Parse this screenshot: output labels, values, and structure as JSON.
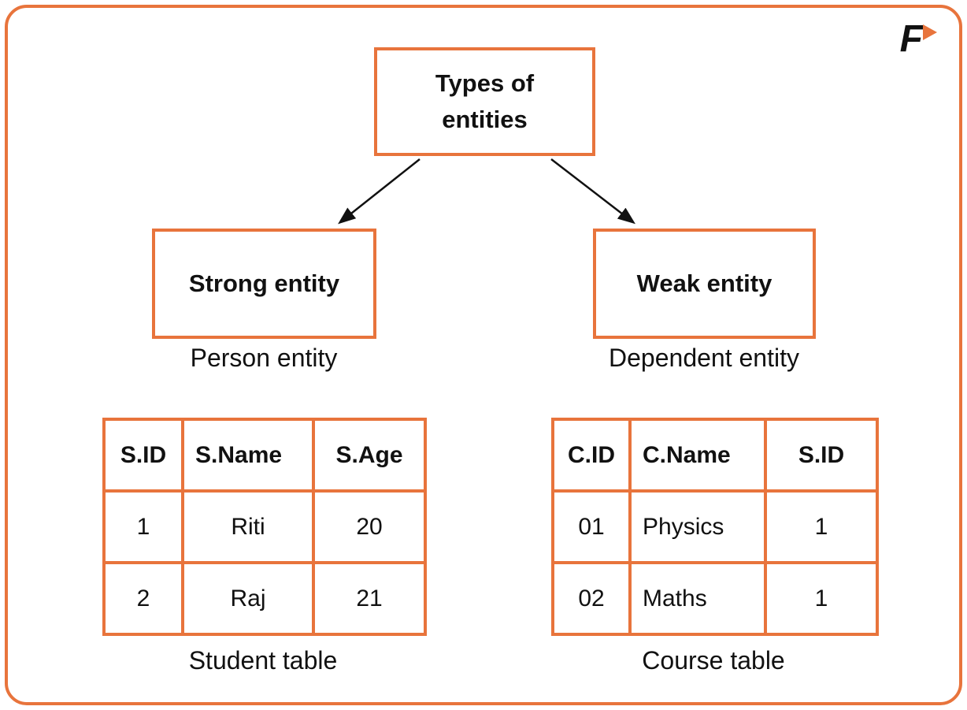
{
  "colors": {
    "accent": "#E8743C",
    "text": "#111111"
  },
  "logo": {
    "text": "F"
  },
  "diagram": {
    "root_label": "Types of\nentities",
    "strong": {
      "label": "Strong entity",
      "caption": "Person entity"
    },
    "weak": {
      "label": "Weak entity",
      "caption": "Dependent entity"
    }
  },
  "tables": {
    "student": {
      "headers": [
        "S.ID",
        "S.Name",
        "S.Age"
      ],
      "rows": [
        [
          "1",
          "Riti",
          "20"
        ],
        [
          "2",
          "Raj",
          "21"
        ]
      ],
      "caption": "Student table"
    },
    "course": {
      "headers": [
        "C.ID",
        "C.Name",
        "S.ID"
      ],
      "rows": [
        [
          "01",
          "Physics",
          "1"
        ],
        [
          "02",
          "Maths",
          "1"
        ]
      ],
      "caption": "Course table"
    }
  }
}
